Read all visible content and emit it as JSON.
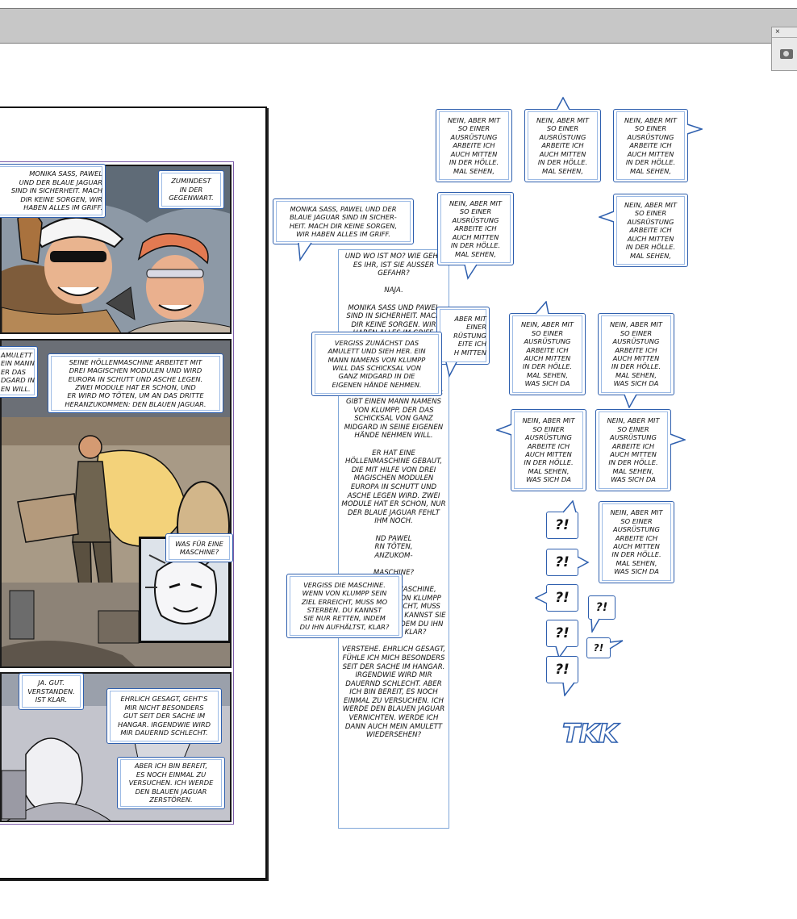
{
  "page": {
    "text_frame": "UND WO IST MO? WIE GEHT ES IHR, IST SIE AUSSER GEFAHR?\n\nNAJA.\n\nMONIKA SASS UND PAWEL SIND IN SICHERHEIT. MACH DIR KEINE SORGEN. WIR HABEN ALLES IM GRIFF.\n\nGEN, DASS ES IHR GUT GEHT. UND WAS IST EIGENTLICH MIT MEINEM AMULETT?\n\nVERGISS ZUNÄCHST DAS AMULETT UND SIEH HER. ES GIBT EINEN MANN NAMENS VON KLUMPP, DER DAS SCHICKSAL VON GANZ MIDGARD IN SEINE EIGENEN HÄNDE NEHMEN WILL.\n\nER HAT EINE HÖLLENMASCHINE GEBAUT, DIE MIT HILFE VON DREI MAGISCHEN MODULEN EUROPA IN SCHUTT UND ASCHE LEGEN WIRD. ZWEI MODULE HAT ER SCHON, NUR DER BLAUE JAGUAR FEHLT IHM NOCH.\n\nND PAWEL\nRN TÖTEN,\nANZUKOM-\n\nMASCHINE?\n\nVERGISS DIE MASCHINE, CHRIS. WENN VON KLUMPP SEIN ZIEL ERREICHT, MUSS MO STERBEN. DU KANNST SIE NUR RETTEN, INDEM DU IHN AUFHÄLTST, KLAR?\n\nVERSTEHE. EHRLICH GESAGT, FÜHLE ICH MICH BESONDERS SEIT DER SACHE IM HANGAR. IRGENDWIE WIRD MIR DAUERND SCHLECHT. ABER ICH BIN BEREIT, ES NOCH EINMAL ZU VERSUCHEN. ICH WERDE DEN BLAUEN JAGUAR VERNICHTEN. WERDE ICH DANN AUCH MEIN AMULETT WIEDERSEHEN?",
    "art_balloons": [
      {
        "id": "a1",
        "text": "MONIKA SASS, PAWEL\nUND DER BLAUE JAGUAR\nSIND IN SICHERHEIT. MACH\nDIR KEINE SORGEN, WIR\nHABEN ALLES IM GRIFF."
      },
      {
        "id": "a2",
        "text": "ZUMINDEST\nIN DER\nGEGENWART."
      },
      {
        "id": "a3",
        "text": "AMULETT\nEIN MANN\nER DAS\nDGARD IN\nEN WILL."
      },
      {
        "id": "a4",
        "text": "SEINE HÖLLENMASCHINE ARBEITET MIT\nDREI MAGISCHEN MODULEN UND WIRD\nEUROPA IN SCHUTT UND ASCHE LEGEN.\nZWEI MODULE HAT ER SCHON, UND\nER WIRD MO TÖTEN, UM AN DAS DRITTE\nHERANZUKOMMEN: DEN BLAUEN JAGUAR."
      },
      {
        "id": "a5",
        "text": "WAS FÜR EINE\nMASCHINE?"
      },
      {
        "id": "a6",
        "text": "JA. GUT.\nVERSTANDEN.\nIST KLAR."
      },
      {
        "id": "a7",
        "text": "EHRLICH GESAGT, GEHT'S\nMIR NICHT BESONDERS\nGUT SEIT DER SACHE IM\nHANGAR. IRGENDWIE WIRD\nMIR DAUERND SCHLECHT."
      },
      {
        "id": "a8",
        "text": "ABER ICH BIN BEREIT,\nES NOCH EINMAL ZU\nVERSUCHEN. ICH WERDE\nDEN BLAUEN JAGUAR\nZERSTÖREN."
      }
    ],
    "floating_balloons": [
      {
        "id": "f1",
        "text": "MONIKA SASS, PAWEL UND DER\nBLAUE JAGUAR SIND IN SICHER-\nHEIT. MACH DIR KEINE SORGEN,\nWIR HABEN ALLES IM GRIFF."
      },
      {
        "id": "f2",
        "text": "VERGISS ZUNÄCHST DAS\nAMULETT UND SIEH HER. EIN\nMANN NAMENS VON KLUMPP\nWILL DAS SCHICKSAL VON\nGANZ MIDGARD IN DIE\nEIGENEN HÄNDE NEHMEN."
      },
      {
        "id": "f3",
        "text": "VERGISS DIE MASCHINE.\nWENN VON KLUMPP SEIN\nZIEL ERREICHT, MUSS MO\nSTERBEN. DU KANNST\nSIE NUR RETTEN, INDEM\nDU IHN AUFHÄLTST, KLAR?"
      },
      {
        "id": "f4",
        "text": "ABER MIT\nEINER\nRÜSTUNG\nEITE ICH\nH MITTEN"
      }
    ],
    "template_short": "NEIN, ABER MIT\nSO EINER\nAUSRÜSTUNG\nARBEITE ICH\nAUCH MITTEN\nIN DER HÖLLE.\nMAL SEHEN,",
    "template_long": "NEIN, ABER MIT\nSO EINER\nAUSRÜSTUNG\nARBEITE ICH\nAUCH MITTEN\nIN DER HÖLLE.\nMAL SEHEN,\nWAS SICH DA",
    "qq": "?!",
    "sfx": "TKK"
  },
  "panel": {
    "close": "×"
  }
}
